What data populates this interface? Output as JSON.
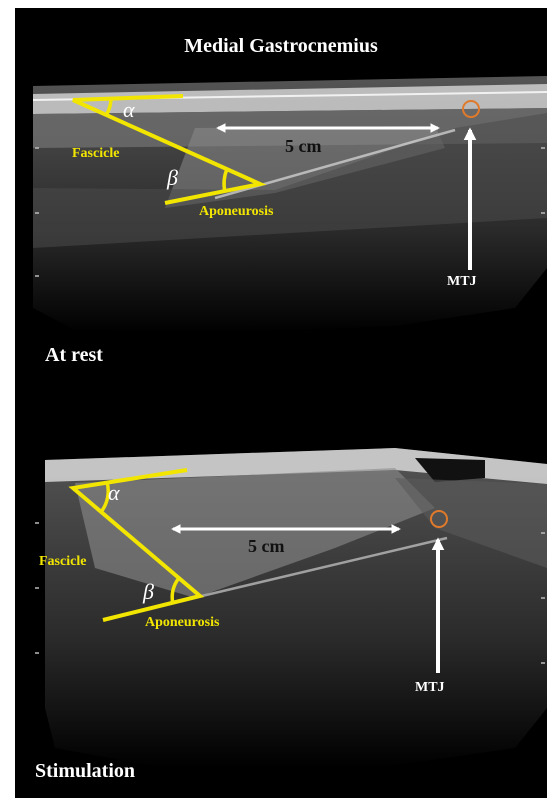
{
  "title": "Medial Gastrocnemius",
  "panels": [
    {
      "state_label": "At rest",
      "distance_label": "5 cm",
      "fascicle_label": "Fascicle",
      "aponeurosis_label": "Aponeurosis",
      "alpha_label": "α",
      "beta_label": "β",
      "mtj_label": "MTJ"
    },
    {
      "state_label": "Stimulation",
      "distance_label": "5 cm",
      "fascicle_label": "Fascicle",
      "aponeurosis_label": "Aponeurosis",
      "alpha_label": "α",
      "beta_label": "β",
      "mtj_label": "MTJ"
    }
  ],
  "colors": {
    "background": "#000000",
    "annotation_yellow": "#f2e600",
    "mtj_marker": "#e07a2a",
    "arrow": "#ffffff"
  }
}
